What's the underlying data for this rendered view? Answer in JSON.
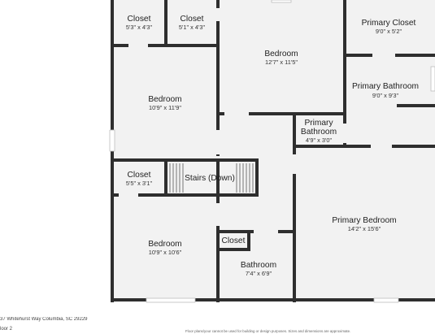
{
  "rooms": {
    "closet_a": {
      "name": "Closet",
      "dims": "5'3\" x 4'3\""
    },
    "closet_b": {
      "name": "Closet",
      "dims": "5'1\" x 4'3\""
    },
    "bedroom_top": {
      "name": "Bedroom",
      "dims": "12'7\" x 11'5\""
    },
    "primary_closet": {
      "name": "Primary Closet",
      "dims": "9'0\" x 5'2\""
    },
    "bedroom_left": {
      "name": "Bedroom",
      "dims": "10'9\" x 11'9\""
    },
    "primary_bathroom": {
      "name": "Primary Bathroom",
      "dims": "9'0\" x 9'3\""
    },
    "primary_bathroom_small": {
      "name_line1": "Primary",
      "name_line2": "Bathroom",
      "dims": "4'9\" x 3'0\""
    },
    "closet_c": {
      "name": "Closet",
      "dims": "5'5\" x 3'1\""
    },
    "stairs": {
      "name": "Stairs (Down)"
    },
    "primary_bedroom": {
      "name": "Primary Bedroom",
      "dims": "14'2\" x 15'6\""
    },
    "closet_d": {
      "name": "Closet"
    },
    "bedroom_bottom": {
      "name": "Bedroom",
      "dims": "10'9\" x 10'6\""
    },
    "bathroom": {
      "name": "Bathroom",
      "dims": "7'4\" x 6'9\""
    }
  },
  "footer": {
    "address": "37 Whitehurst Way Columbia, SC 29229",
    "floor": "loor 2",
    "disclaimer": "Floor plans/your cannot be used for building or design purposes. Sizes and dimensions are approximate."
  },
  "colors": {
    "wall": "#2e2e2e",
    "floor": "#f2f2f2",
    "window": "#d0d0d0"
  }
}
